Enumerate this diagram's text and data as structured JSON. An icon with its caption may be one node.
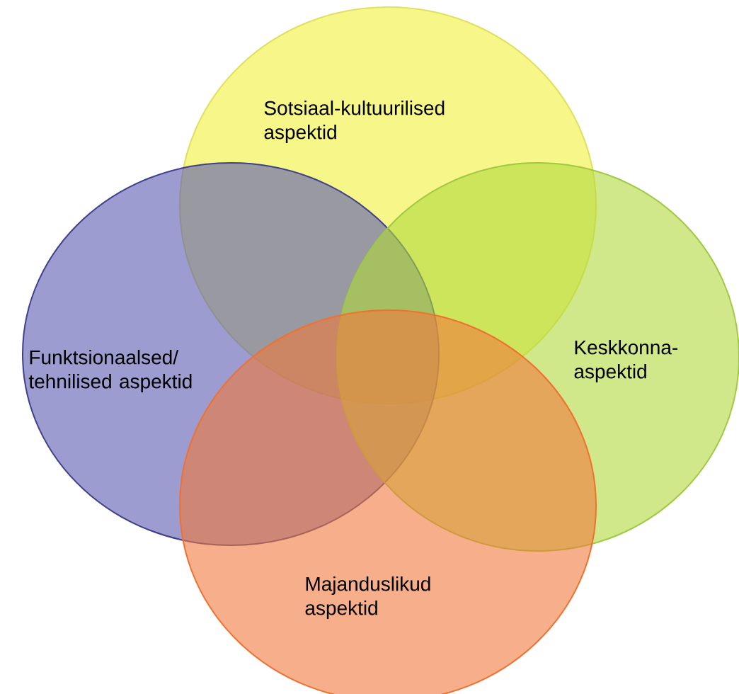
{
  "diagram": {
    "nodes": [
      {
        "text": [
          "Sotsiaal-kultuurilised aspektid"
        ]
      },
      {
        "text": [
          "Funktsionaalsed/ tehnilised aspektid"
        ]
      },
      {
        "text": [
          "Keskkonna- aspektid"
        ]
      },
      {
        "text": [
          "Majanduslikud aspektid"
        ]
      }
    ]
  }
}
